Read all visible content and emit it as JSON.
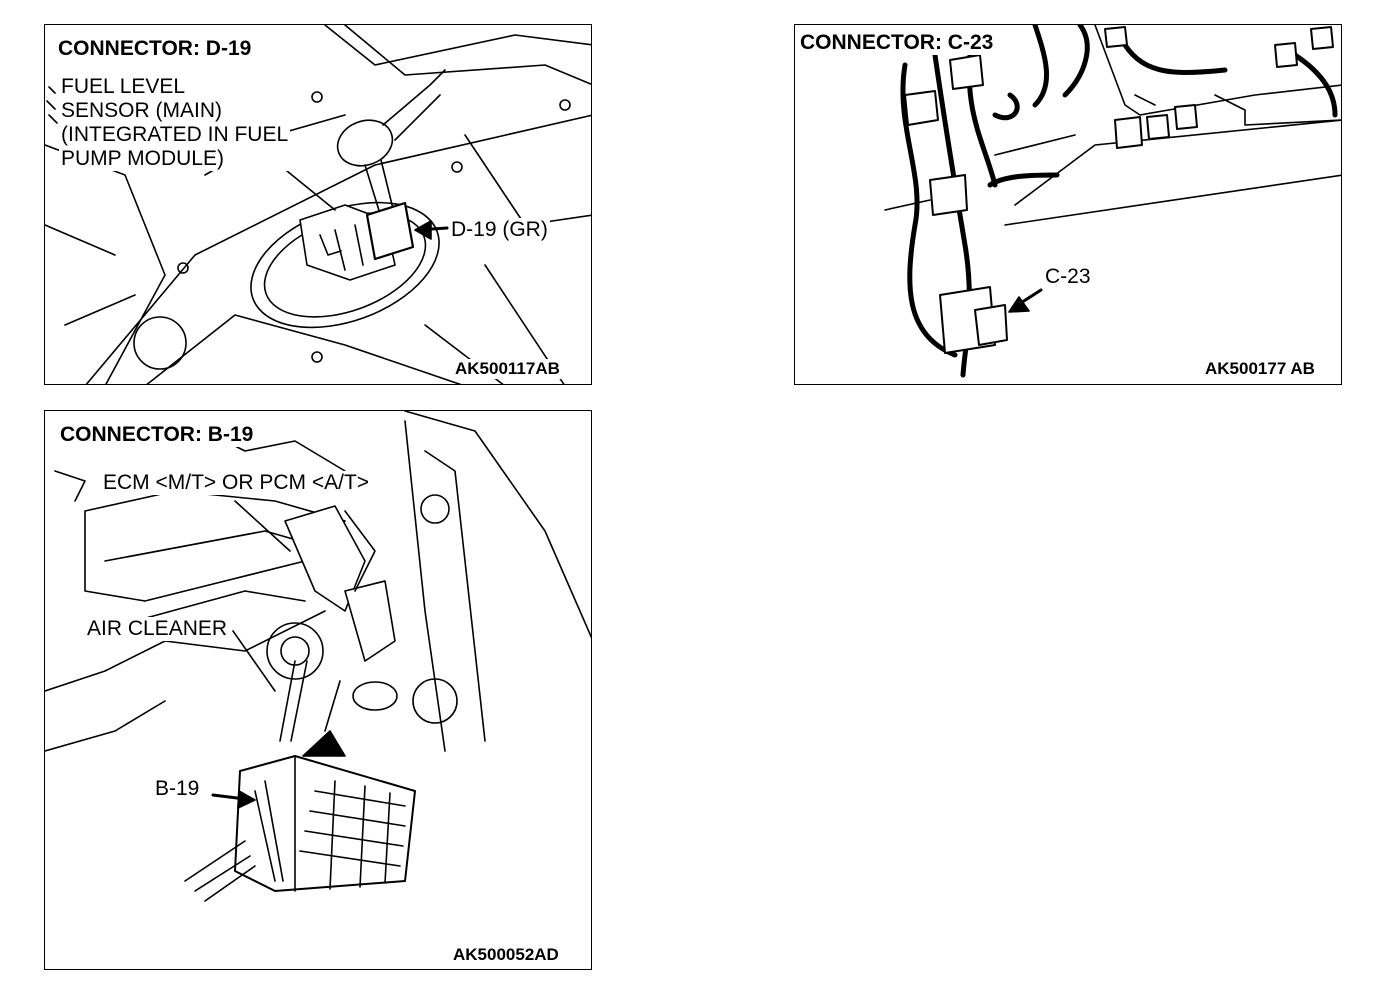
{
  "panels": {
    "d19": {
      "title": "CONNECTOR: D-19",
      "component_label": "FUEL LEVEL\nSENSOR (MAIN)\n(INTEGRATED IN FUEL\nPUMP MODULE)",
      "connector_callout": "D-19 (GR)",
      "figure_code": "AK500117AB"
    },
    "c23": {
      "title": "CONNECTOR: C-23",
      "connector_callout": "C-23",
      "figure_code": "AK500177 AB"
    },
    "b19": {
      "title": "CONNECTOR: B-19",
      "component_label": "ECM <M/T> OR PCM <A/T>",
      "air_cleaner_label": "AIR CLEANER",
      "connector_callout": "B-19",
      "figure_code": "AK500052AD"
    }
  },
  "colors": {
    "line": "#000000",
    "background": "#ffffff"
  }
}
